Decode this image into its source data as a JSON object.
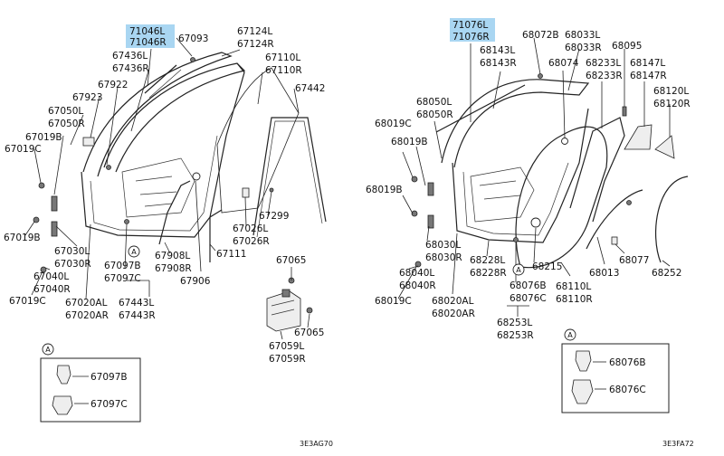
{
  "left_labels": {
    "p71046L": "71046L",
    "p71046R": "71046R",
    "p67093": "67093",
    "p67124L": "67124L",
    "p67124R": "67124R",
    "p67436L": "67436L",
    "p67436R": "67436R",
    "p67110L": "67110L",
    "p67110R": "67110R",
    "p67922": "67922",
    "p67923": "67923",
    "p67442": "67442",
    "p67050L": "67050L",
    "p67050R": "67050R",
    "p67019B_a": "67019B",
    "p67019C_a": "67019C",
    "p67019B_b": "67019B",
    "p67030L": "67030L",
    "p67030R": "67030R",
    "p67040L": "67040L",
    "p67040R": "67040R",
    "p67019C_b": "67019C",
    "p67020AL": "67020AL",
    "p67020AR": "67020AR",
    "p67097B": "67097B",
    "p67097C": "67097C",
    "p67443L": "67443L",
    "p67443R": "67443R",
    "p67908L": "67908L",
    "p67908R": "67908R",
    "p67906": "67906",
    "p67111": "67111",
    "p67026L": "67026L",
    "p67026R": "67026R",
    "p67299": "67299",
    "p67065_a": "67065",
    "p67065_b": "67065",
    "p67059L": "67059L",
    "p67059R": "67059R",
    "inset_67097B": "67097B",
    "inset_67097C": "67097C",
    "code": "3E3AG70"
  },
  "right_labels": {
    "p71076L": "71076L",
    "p71076R": "71076R",
    "p68072B": "68072B",
    "p68033L": "68033L",
    "p68033R": "68033R",
    "p68095": "68095",
    "p68143L": "68143L",
    "p68143R": "68143R",
    "p68074": "68074",
    "p68233L": "68233L",
    "p68233R": "68233R",
    "p68147L": "68147L",
    "p68147R": "68147R",
    "p68120L": "68120L",
    "p68120R": "68120R",
    "p68050L": "68050L",
    "p68050R": "68050R",
    "p68019C_a": "68019C",
    "p68019B_a": "68019B",
    "p68019B_b": "68019B",
    "p68030L": "68030L",
    "p68030R": "68030R",
    "p68228L": "68228L",
    "p68228R": "68228R",
    "p68040L": "68040L",
    "p68040R": "68040R",
    "p68019C_b": "68019C",
    "p68020AL": "68020AL",
    "p68020AR": "68020AR",
    "p68076B": "68076B",
    "p68076C": "68076C",
    "p68215": "68215",
    "p68013": "68013",
    "p68077": "68077",
    "p68252": "68252",
    "p68110L": "68110L",
    "p68110R": "68110R",
    "p68253L": "68253L",
    "p68253R": "68253R",
    "inset_68076B": "68076B",
    "inset_68076C": "68076C",
    "code": "3E3FA72"
  },
  "callout_letter": "A",
  "colors": {
    "highlight": "#a9d6f2",
    "ink": "#222222"
  }
}
